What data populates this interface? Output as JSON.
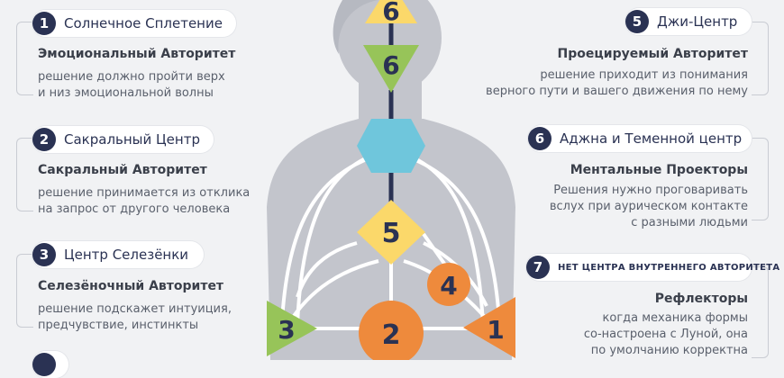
{
  "centers": {
    "head": "6",
    "ajna": "6",
    "throat": "5",
    "ego": "4",
    "spleen": "3",
    "sacral": "2",
    "solar_plexus": "1"
  },
  "colors": {
    "navy": "#2a3253",
    "yellow": "#fbd86a",
    "green": "#97c459",
    "cyan": "#6fc6dc",
    "orange": "#ee8a3c",
    "silhouette": "#c3c5cc"
  },
  "left": [
    {
      "num": "1",
      "title": "Солнечное Сплетение",
      "heading": "Эмоциональный Авторитет",
      "lines": [
        "решение должно пройти верх",
        "и низ эмоциональной волны"
      ]
    },
    {
      "num": "2",
      "title": "Сакральный Центр",
      "heading": "Сакральный Авторитет",
      "lines": [
        "решение принимается из отклика",
        "на запрос от другого человека"
      ]
    },
    {
      "num": "3",
      "title": "Центр Селезёнки",
      "heading": "Селезёночный Авторитет",
      "lines": [
        "решение подскажет интуиция,",
        "предчувствие, инстинкты"
      ]
    }
  ],
  "right": [
    {
      "num": "5",
      "title": "Джи-Центр",
      "heading": "Проецируемый Авторитет",
      "lines": [
        "решение приходит из понимания",
        "верного пути и вашего движения по нему"
      ]
    },
    {
      "num": "6",
      "title": "Аджна и Теменной центр",
      "heading": "Ментальные Проекторы",
      "lines": [
        "Решения нужно проговаривать",
        "вслух при аурическом контакте",
        "с разными людьми"
      ]
    },
    {
      "num": "7",
      "title": "НЕТ ЦЕНТРА ВНУТРЕННЕГО АВТОРИТЕТА",
      "heading": "Рефлекторы",
      "lines": [
        "когда механика формы",
        "со-настроена с Луной, она",
        "по умолчанию корректна"
      ]
    }
  ]
}
